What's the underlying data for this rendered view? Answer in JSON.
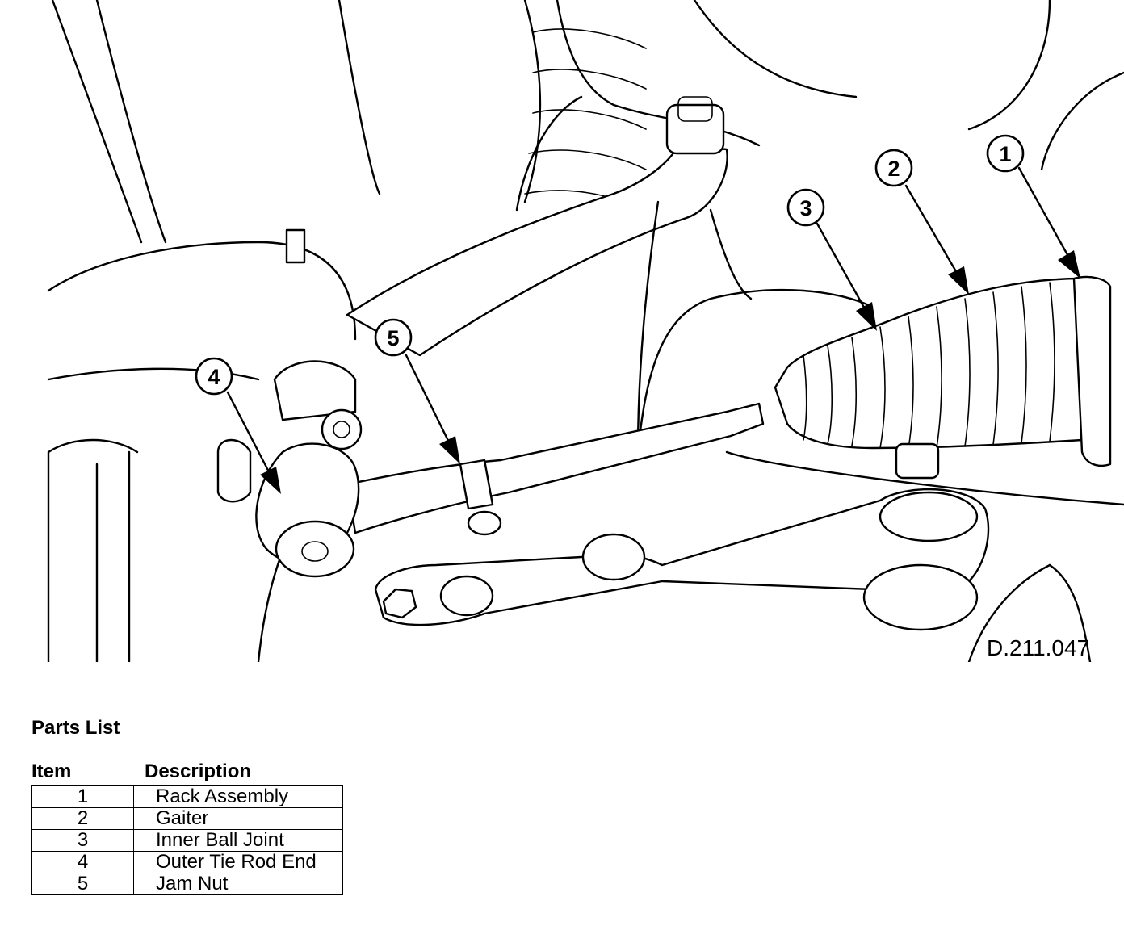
{
  "drawing": {
    "reference": "D.211.047",
    "callouts": [
      {
        "number": "1",
        "item": "Rack Assembly"
      },
      {
        "number": "2",
        "item": "Gaiter"
      },
      {
        "number": "3",
        "item": "Inner Ball Joint"
      },
      {
        "number": "4",
        "item": "Outer Tie Rod End"
      },
      {
        "number": "5",
        "item": "Jam Nut"
      }
    ]
  },
  "parts_list": {
    "title": "Parts List",
    "headers": {
      "item": "Item",
      "description": "Description"
    },
    "rows": [
      {
        "item": "1",
        "description": "Rack Assembly"
      },
      {
        "item": "2",
        "description": "Gaiter"
      },
      {
        "item": "3",
        "description": "Inner Ball Joint"
      },
      {
        "item": "4",
        "description": "Outer Tie Rod End"
      },
      {
        "item": "5",
        "description": "Jam Nut"
      }
    ]
  }
}
